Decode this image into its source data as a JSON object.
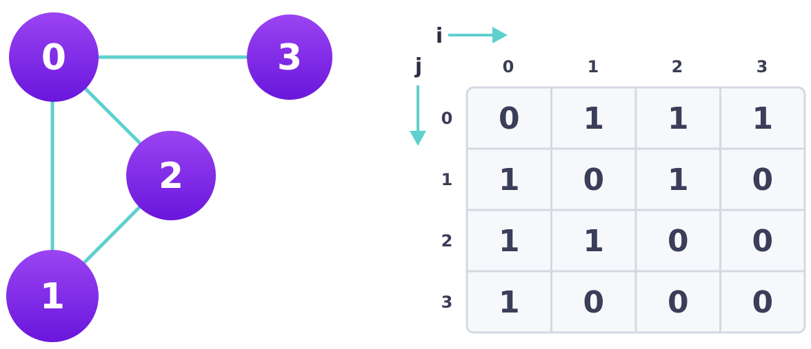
{
  "colors": {
    "node_top": "#9a44f2",
    "node_bottom": "#6a16dc",
    "edge": "#5fd0ce",
    "grid_border": "#d4d8e1",
    "cell_fill": "#f7f8fb",
    "text_dark": "#3b3e58"
  },
  "graph": {
    "nodes": [
      {
        "id": "node-0",
        "label": "0"
      },
      {
        "id": "node-1",
        "label": "1"
      },
      {
        "id": "node-2",
        "label": "2"
      },
      {
        "id": "node-3",
        "label": "3"
      }
    ],
    "edges": [
      {
        "from": "0",
        "to": "3"
      },
      {
        "from": "0",
        "to": "2"
      },
      {
        "from": "0",
        "to": "1"
      },
      {
        "from": "1",
        "to": "2"
      }
    ]
  },
  "matrix": {
    "i_label": "i",
    "j_label": "j",
    "column_headers": [
      "0",
      "1",
      "2",
      "3"
    ],
    "row_headers": [
      "0",
      "1",
      "2",
      "3"
    ],
    "rows": [
      [
        "0",
        "1",
        "1",
        "1"
      ],
      [
        "1",
        "0",
        "1",
        "0"
      ],
      [
        "1",
        "1",
        "0",
        "0"
      ],
      [
        "1",
        "0",
        "0",
        "0"
      ]
    ]
  }
}
